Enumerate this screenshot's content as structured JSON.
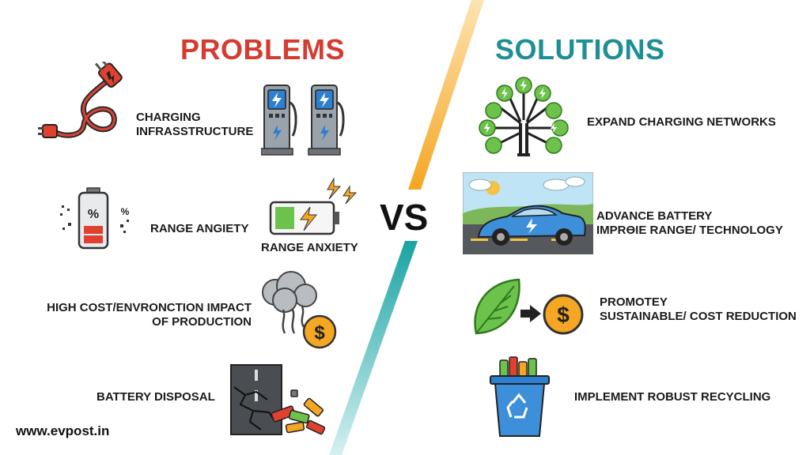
{
  "headers": {
    "problems": "PROBLEMS",
    "solutions": "SOLUTIONS",
    "vs": "VS"
  },
  "colors": {
    "problems": "#d63b30",
    "solutions": "#1e8f95",
    "divider_top": "#f5a623",
    "divider_bottom": "#1aa3a3"
  },
  "problems": [
    {
      "label_line1": "CHARGING",
      "label_line2": "INFRASSTRUCTURE",
      "icons": [
        "plug-cable-icon",
        "charging-station-icon"
      ]
    },
    {
      "label": "RANGE ANGIETY",
      "caption": "RANGE ANXIETY",
      "battery_text": "%",
      "icons": [
        "battery-percent-icon",
        "low-battery-icon"
      ]
    },
    {
      "label_line1": "HIGH COST/ENVRONCTION IMPACT",
      "label_line2": "OF PRODUCTION",
      "coin_symbol": "$",
      "icons": [
        "storm-cloud-icon",
        "dollar-coin-icon"
      ]
    },
    {
      "label": "BATTERY DISPOSAL",
      "icons": [
        "cracked-road-icon",
        "discarded-batteries-icon"
      ]
    }
  ],
  "solutions": [
    {
      "label": "EXPAND CHARGING NETWORKS",
      "icons": [
        "charging-network-tree-icon"
      ]
    },
    {
      "label_line1": "ADVANCE BATTERY",
      "label_line2": "IMPRϴIE RANGE/ TECHNOLOGY",
      "icons": [
        "electric-car-scene-icon"
      ]
    },
    {
      "label_line1": "PROMOTEY",
      "label_line2": "SUSTAINABLE/ COST REDUCTION",
      "coin_symbol": "$",
      "icons": [
        "leaf-icon",
        "arrow-right-icon",
        "dollar-coin-icon"
      ]
    },
    {
      "label": "IMPLEMENT ROBUST RECYCLING",
      "icons": [
        "recycling-bin-icon"
      ]
    }
  ],
  "footer": {
    "website": "www.evpost.in"
  }
}
